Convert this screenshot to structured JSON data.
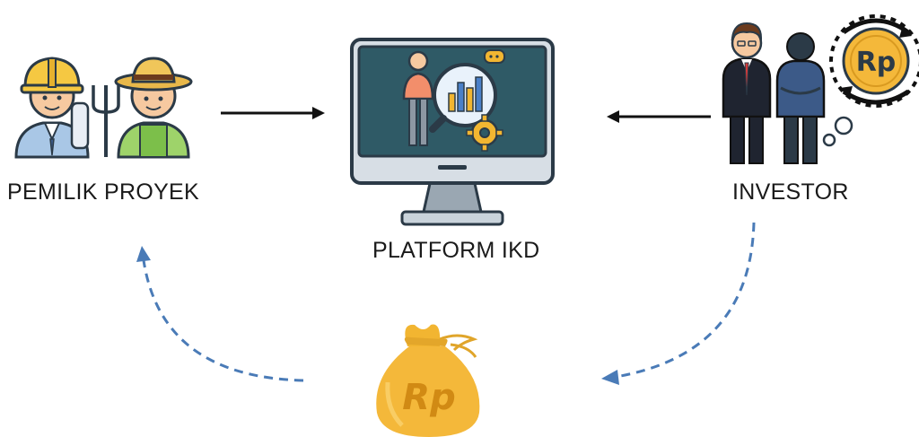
{
  "nodes": {
    "project_owner": {
      "label": "PEMILIK PROYEK"
    },
    "platform": {
      "label": "PLATFORM IKD"
    },
    "investor": {
      "label": "INVESTOR"
    }
  },
  "icons": {
    "investor_coin_text": "Rp",
    "money_bag_text": "Rp"
  },
  "colors": {
    "dark_navy": "#2b3a47",
    "hair_brown": "#6b3b1e",
    "helmet_yellow": "#f5c842",
    "shirt_green": "#9ed36a",
    "suit_black": "#1f2430",
    "tie_red": "#d13b3b",
    "monitor_teal": "#2f5a66",
    "bar_chart_blue": "#4a80c8",
    "gear_yellow": "#f2b631",
    "coin_yellow": "#f4b83a",
    "arrow_blue_dashed": "#4a7bb7",
    "arrow_black": "#111111"
  }
}
